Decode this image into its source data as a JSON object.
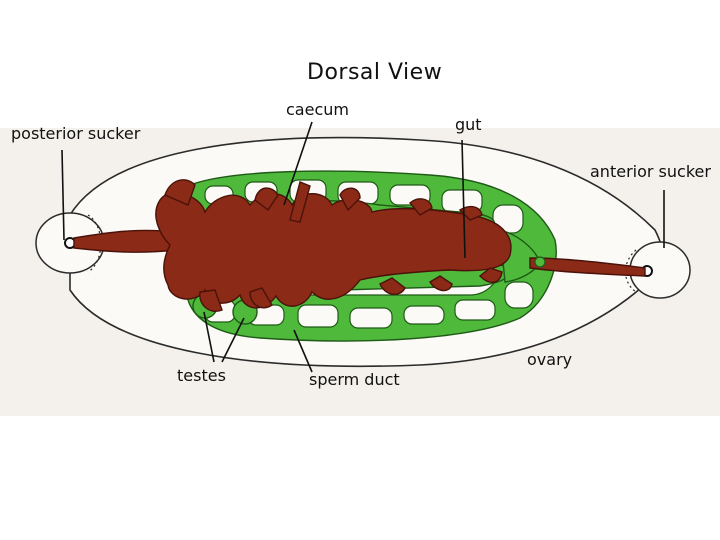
{
  "title": "Dorsal View",
  "labels": {
    "posterior_sucker": "posterior sucker",
    "caecum": "caecum",
    "gut": "gut",
    "anterior_sucker": "anterior sucker",
    "testes": "testes",
    "sperm_duct": "sperm duct",
    "ovary": "ovary"
  },
  "colors": {
    "gut": "#8b2a16",
    "gut_outline": "#4a120a",
    "reproductive": "#4fb93b",
    "reproductive_outline": "#1f5a17",
    "body_outline": "#2b2b2b",
    "background_panel": "#f4f1ec"
  }
}
